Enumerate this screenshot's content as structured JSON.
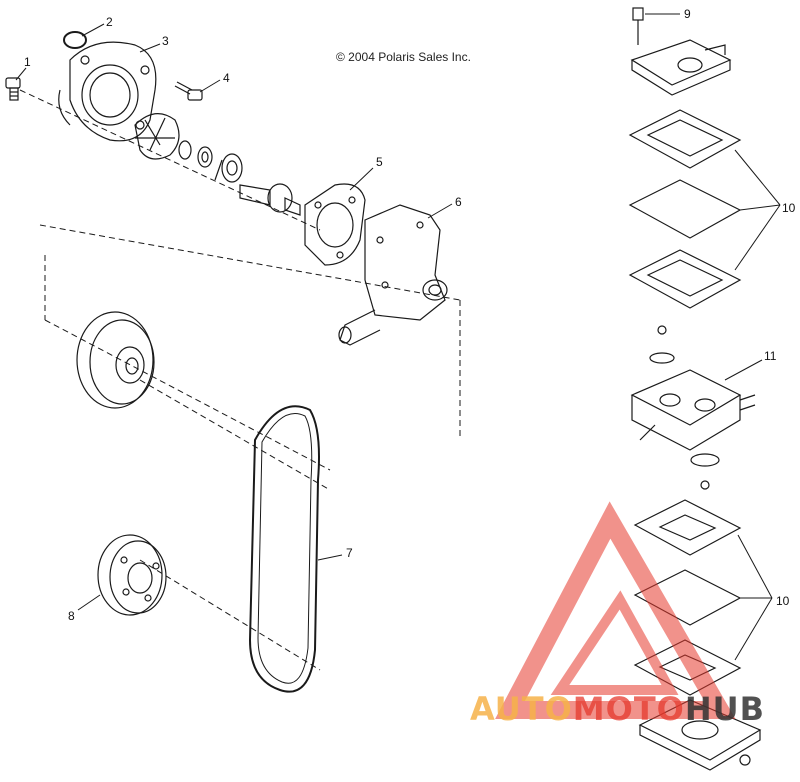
{
  "copyright": "© 2004 Polaris Sales Inc.",
  "callouts": [
    {
      "id": "1",
      "label": "1"
    },
    {
      "id": "2",
      "label": "2"
    },
    {
      "id": "3",
      "label": "3"
    },
    {
      "id": "4",
      "label": "4"
    },
    {
      "id": "5",
      "label": "5"
    },
    {
      "id": "6",
      "label": "6"
    },
    {
      "id": "7",
      "label": "7"
    },
    {
      "id": "8",
      "label": "8"
    },
    {
      "id": "9",
      "label": "9"
    },
    {
      "id": "10a",
      "label": "10"
    },
    {
      "id": "10b",
      "label": "10"
    },
    {
      "id": "11",
      "label": "11"
    }
  ],
  "watermark": {
    "part1": "AUTO",
    "part2": "MOTO",
    "part3": "HUB",
    "color_primary": "#e63a2e",
    "color_secondary": "#f6b24a"
  },
  "colors": {
    "line": "#1a1a1a",
    "background": "#ffffff"
  }
}
